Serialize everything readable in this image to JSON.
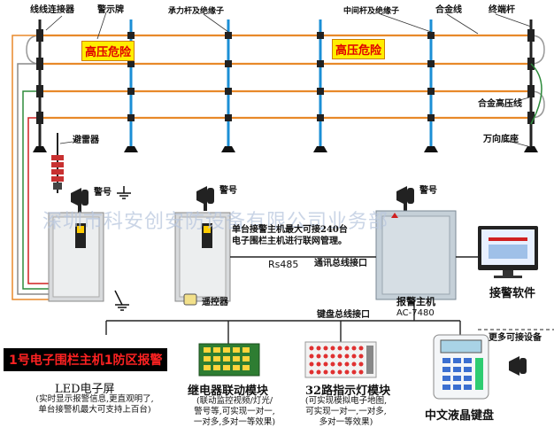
{
  "labels": {
    "line_connector": "线线连接器",
    "warning_sign": "警示牌",
    "bearing_pole_insulator": "承力杆及绝缘子",
    "middle_pole_insulator": "中间杆及绝缘子",
    "alloy_wire": "合金线",
    "terminal_pole": "终端杆",
    "alloy_hv_wire": "合金高压线",
    "universal_base": "万向底座",
    "lightning_arrester": "避雷器",
    "siren": "警号",
    "remote": "遥控器",
    "rs485": "Rs485",
    "comm_bus_port": "通讯总线接口",
    "keyboard_bus_port": "键盘总线接口",
    "networking_note_1": "单台接警主机最大可接240台",
    "networking_note_2": "电子围栏主机进行联网管理。",
    "alarm_host_title": "报警主机",
    "alarm_host_model": "AC-7480",
    "alarm_software": "接警软件",
    "more_devices": "更多可接设备",
    "led_banner": "1号电子围栏主机1防区报警",
    "led_screen": "LED电子屏",
    "led_desc_1": "(实时显示报警信息,更直观明了,",
    "led_desc_2": "单台接警机最大可支持上百台)",
    "relay_module": "继电器联动模块",
    "relay_desc_1": "(联动监控视频/灯光/",
    "relay_desc_2": "警号等,可实现一对一,",
    "relay_desc_3": "一对多,多对一等效果)",
    "indicator_module": "32路指示灯模块",
    "indicator_desc_1": "(可实现模拟电子地图,",
    "indicator_desc_2": "可实现一对一,一对多,",
    "indicator_desc_3": "多对一等效果)",
    "lcd_keyboard": "中文液晶键盘",
    "high_voltage_danger": "高压危险",
    "watermark": "深圳市科安创安防设备有限公司业务部"
  },
  "colors": {
    "hv_wire": "#e8892a",
    "pole": "#1b8fd6",
    "insulator": "#222222",
    "warn_bg": "#ffee00",
    "warn_text": "#e00000",
    "green_wire": "#2e8b3c"
  }
}
